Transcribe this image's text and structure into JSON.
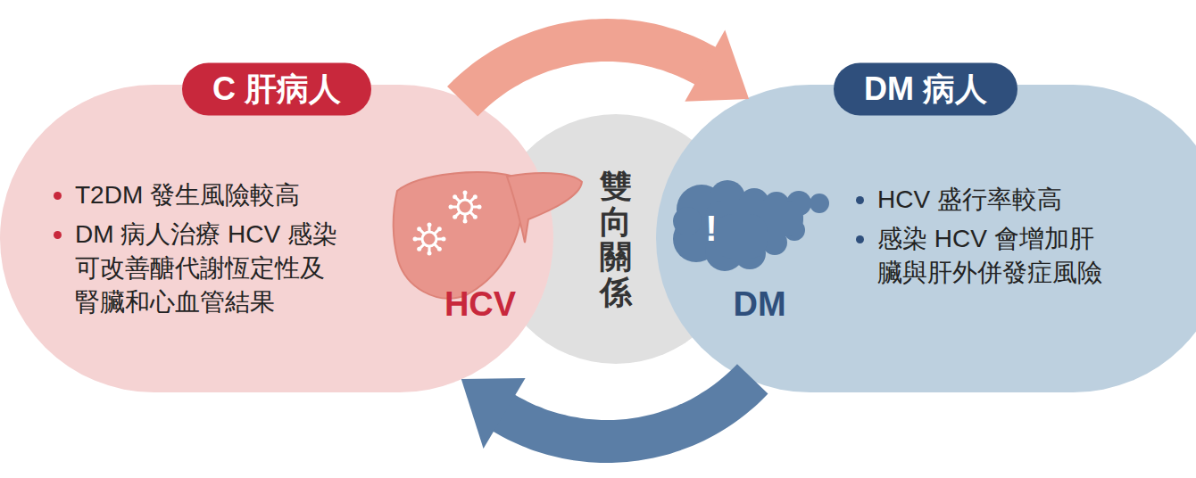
{
  "diagram": {
    "nodes": [
      {
        "text": [
          "C 肝病人",
          "T2DM 發生風險較高",
          "DM 病人治療 HCV 感染 可改善醣代謝恆定性及 腎臟和心血管結果"
        ]
      },
      {
        "text": [
          "雙向關係"
        ]
      },
      {
        "text": [
          "DM 病人",
          "HCV 盛行率較高",
          "感染 HCV 會增加肝 臟與肝外併發症風險"
        ]
      }
    ],
    "edges": [
      {
        "from": 0,
        "to": 2,
        "arrow": "to"
      },
      {
        "from": 2,
        "to": 0,
        "arrow": "to"
      }
    ],
    "labels": [
      "HCV",
      "DM",
      "!"
    ]
  }
}
